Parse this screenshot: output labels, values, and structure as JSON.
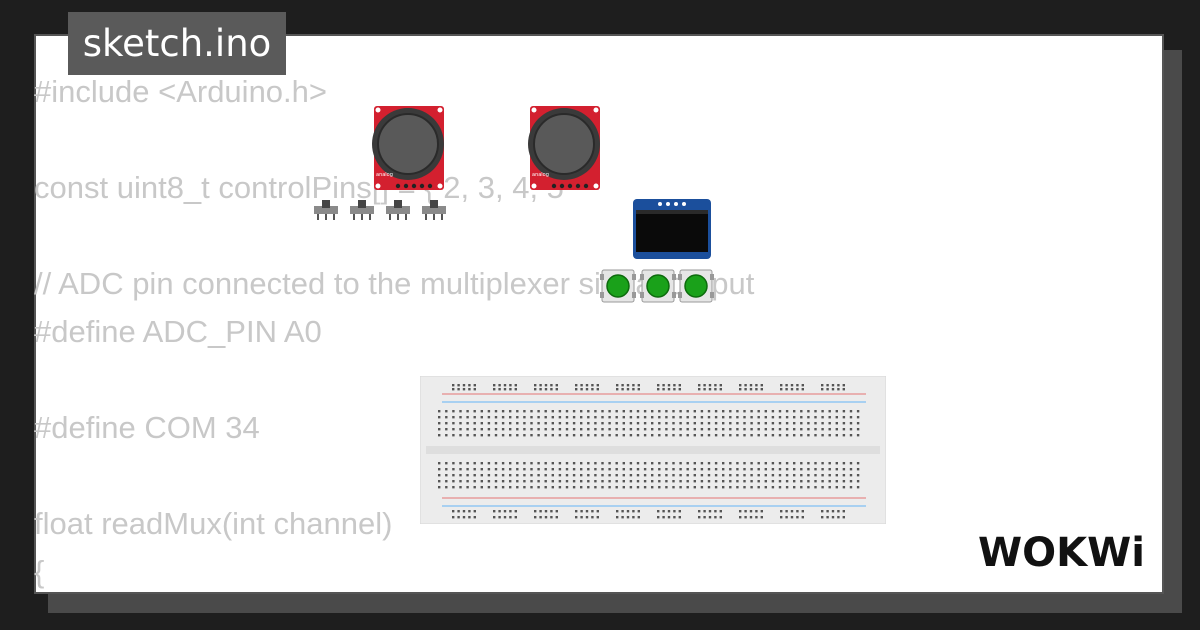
{
  "tab": {
    "title": "sketch.ino"
  },
  "code": {
    "lines": [
      "#include <Arduino.h>",
      "",
      "const uint8_t controlPins[] = { 2, 3, 4, 5",
      "",
      "// ADC pin connected to the multiplexer signal output",
      "#define ADC_PIN A0",
      "",
      "#define COM 34",
      "",
      "float readMux(int channel)",
      "{"
    ]
  },
  "logo": {
    "text": "WOKWi"
  },
  "colors": {
    "background": "#1e1e1e",
    "card": "#ffffff",
    "tab": "#5a5a5a",
    "code_text": "#c8c8c8",
    "joystick_board": "#d3202f",
    "button_green": "#1aa11a",
    "oled_board": "#1b4f9c"
  },
  "components": {
    "joysticks": [
      {
        "id": "joystick-1"
      },
      {
        "id": "joystick-2"
      }
    ],
    "slide_switches": [
      {
        "id": "switch-1"
      },
      {
        "id": "switch-2"
      },
      {
        "id": "switch-3"
      },
      {
        "id": "switch-4"
      }
    ],
    "push_buttons": [
      {
        "id": "button-1"
      },
      {
        "id": "button-2"
      },
      {
        "id": "button-3"
      }
    ],
    "oled": {
      "id": "oled-display"
    },
    "breadboard": {
      "id": "breadboard"
    }
  }
}
